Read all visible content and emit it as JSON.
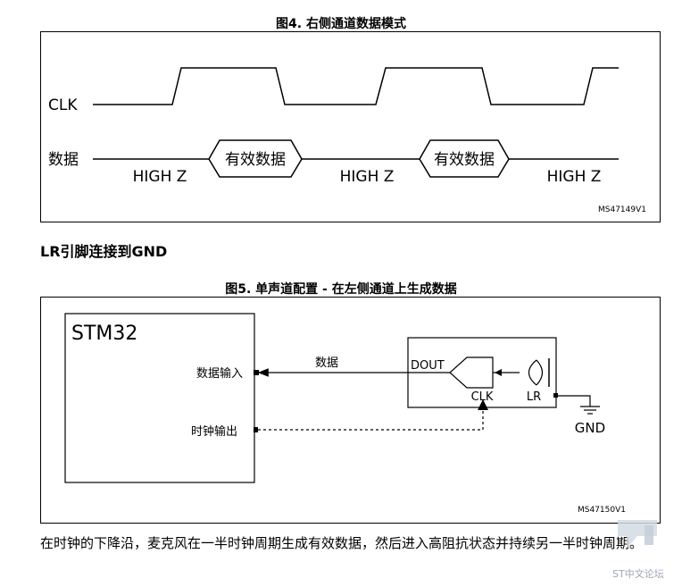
{
  "figure4": {
    "title": "图4. 右侧通道数据模式",
    "clk_label": "CLK",
    "data_label": "数据",
    "valid_data_label": "有效数据",
    "high_z_label": "HIGH Z",
    "ref_code": "MS47149V1"
  },
  "section": {
    "heading": "LR引脚连接到GND"
  },
  "figure5": {
    "title": "图5. 单声道配置 - 在左侧通道上生成数据",
    "mcu_label": "STM32",
    "data_in_label": "数据输入",
    "clock_out_label": "时钟输出",
    "data_line_label": "数据",
    "dout_label": "DOUT",
    "clk_label": "CLK",
    "lr_label": "LR",
    "gnd_label": "GND",
    "ref_code": "MS47150V1"
  },
  "caption": {
    "text": "在时钟的下降沿，麦克风在一半时钟周期生成有效数据，然后进入高阻抗状态并持续另一半时钟周期。"
  },
  "watermark": {
    "text": "ST中文论坛"
  }
}
